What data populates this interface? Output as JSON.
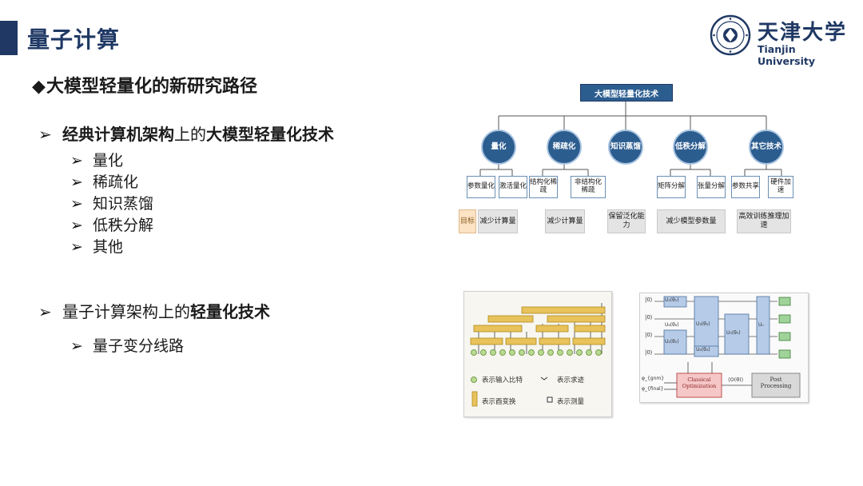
{
  "header": {
    "title": "量子计算",
    "logo_cn": "天津大学",
    "logo_en": "Tianjin University"
  },
  "section": {
    "marker": "◆",
    "heading": "大模型轻量化的新研究路径"
  },
  "classic": {
    "arrow": "➢",
    "bold1": "经典计算机架构",
    "mid": "上的",
    "bold2": "大模型轻量化技术",
    "items": [
      "量化",
      "稀疏化",
      "知识蒸馏",
      "低秩分解",
      "其他"
    ]
  },
  "quantum": {
    "arrow": "➢",
    "plain": "量子计算架构上的",
    "bold": "轻量化技术",
    "items": [
      "量子变分线路"
    ]
  },
  "tree": {
    "root": "大模型轻量化技术",
    "categories": [
      "量化",
      "稀疏化",
      "知识蒸馏",
      "低秩分解",
      "其它技术"
    ],
    "leaves": [
      "参数量化",
      "激活量化",
      "结构化稀疏",
      "非结构化稀疏",
      "矩阵分解",
      "张量分解",
      "参数共享",
      "硬件加速"
    ],
    "goal_label": "目标",
    "goals": [
      "减少计算量",
      "减少计算量",
      "保留泛化能力",
      "减少模型参数量",
      "高效训练推理加速"
    ]
  },
  "circuit": {
    "legend": [
      "表示输入比特",
      "表示求迹",
      "表示酉变换",
      "表示测量"
    ]
  },
  "vqc": {
    "inputs": [
      "|0⟩",
      "|0⟩",
      "|0⟩",
      "|0⟩"
    ],
    "gates": [
      "U₁(θ₁)",
      "U₂(θ₂)",
      "U₃(θ₃)",
      "U₄(θ₄)",
      "U₅(θ₅)",
      "U₆(θ₆)",
      "Uₙ"
    ],
    "classical": "Classical Optimization",
    "post": "Post Processing",
    "expect": "⟨O(θ)⟩",
    "phi1": "φ_{gnm}",
    "phi2": "φ_{final}"
  }
}
